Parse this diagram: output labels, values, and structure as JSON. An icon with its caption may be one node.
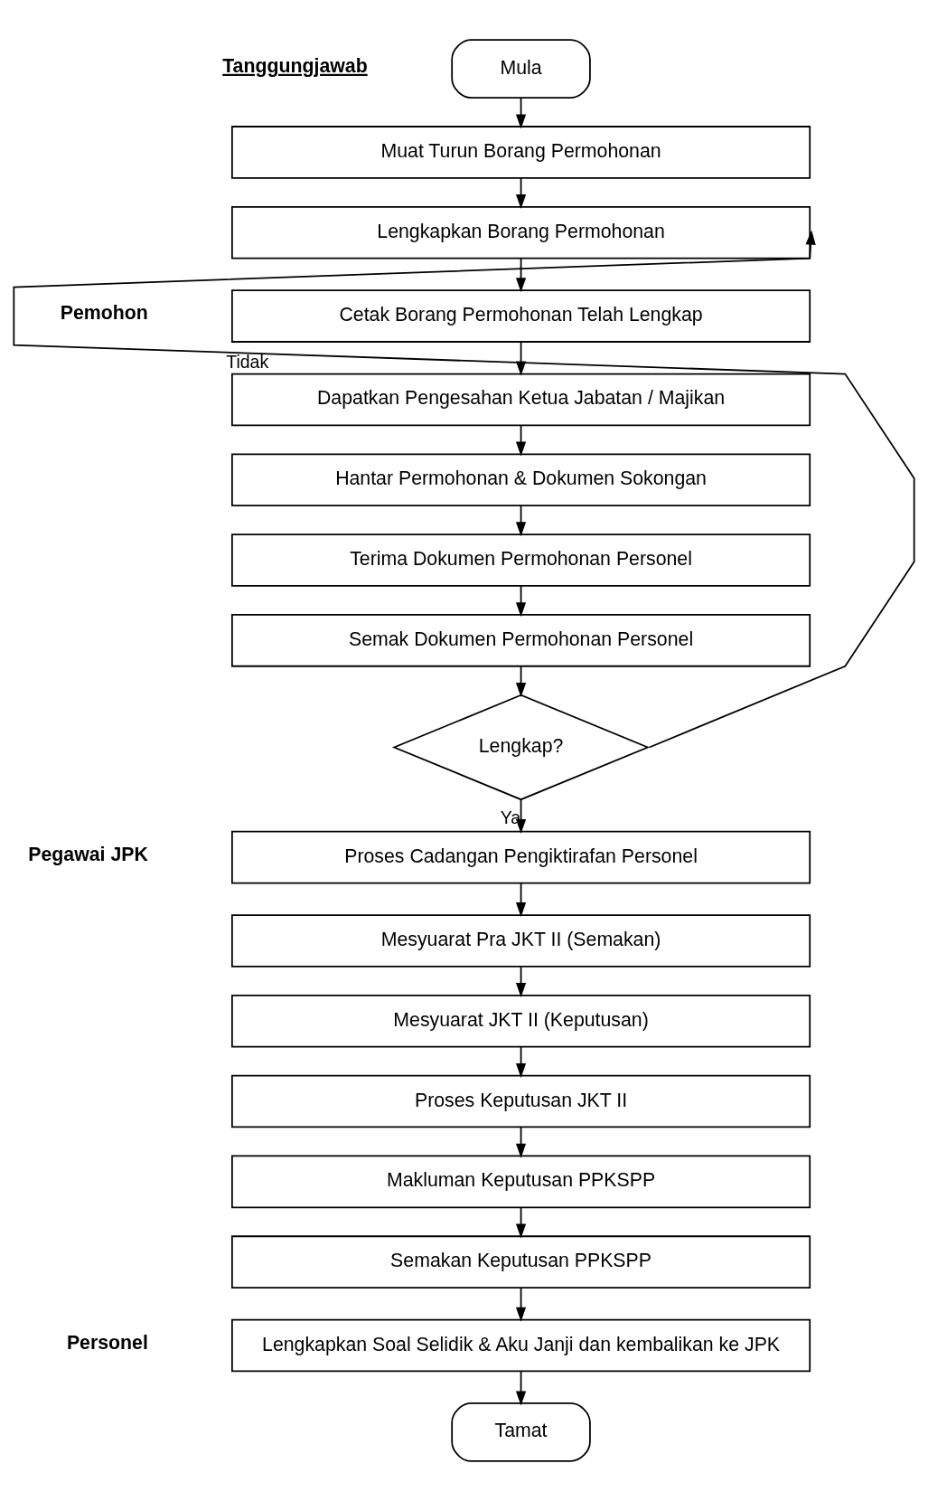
{
  "diagram": {
    "nodes": [
      {
        "text": [
          "Mula"
        ]
      },
      {
        "text": [
          "Muat Turun Borang Permohonan"
        ]
      },
      {
        "text": [
          "Lengkapkan Borang Permohonan"
        ]
      },
      {
        "text": [
          "Cetak Borang Permohonan Telah Lengkap"
        ]
      },
      {
        "text": [
          "Dapatkan Pengesahan Ketua Jabatan / Majikan"
        ]
      },
      {
        "text": [
          "Hantar Permohonan & Dokumen Sokongan"
        ]
      },
      {
        "text": [
          "Terima Dokumen Permohonan Personel"
        ]
      },
      {
        "text": [
          "Semak Dokumen Permohonan Personel"
        ]
      },
      {
        "text": [
          "Lengkap?"
        ]
      },
      {
        "text": [
          "Proses Cadangan Pengiktirafan Personel"
        ]
      },
      {
        "text": [
          "Mesyuarat Pra JKT II (Semakan)"
        ]
      },
      {
        "text": [
          "Mesyuarat JKT II (Keputusan)"
        ]
      },
      {
        "text": [
          "Proses Keputusan JKT II"
        ]
      },
      {
        "text": [
          "Makluman Keputusan PPKSPP"
        ]
      },
      {
        "text": [
          "Semakan Keputusan PPKSPP"
        ]
      },
      {
        "text": [
          "Lengkapkan Soal Selidik & Aku Janji dan kembalikan ke JPK"
        ]
      },
      {
        "text": [
          "Tamat"
        ]
      }
    ],
    "edges": [
      {
        "from": 0,
        "to": 1,
        "arrow": "to"
      },
      {
        "from": 1,
        "to": 2,
        "arrow": "to"
      },
      {
        "from": 2,
        "to": 3,
        "arrow": "to"
      },
      {
        "from": 3,
        "to": 4,
        "arrow": "to"
      },
      {
        "from": 4,
        "to": 5,
        "arrow": "to"
      },
      {
        "from": 5,
        "to": 6,
        "arrow": "to"
      },
      {
        "from": 6,
        "to": 7,
        "arrow": "to"
      },
      {
        "from": 7,
        "to": 8,
        "arrow": "to"
      },
      {
        "from": 8,
        "to": 2,
        "arrow": "to",
        "label": "Tidak"
      },
      {
        "from": 8,
        "to": 9,
        "arrow": "to",
        "label": "Ya"
      },
      {
        "from": 9,
        "to": 10,
        "arrow": "to"
      },
      {
        "from": 10,
        "to": 11,
        "arrow": "to"
      },
      {
        "from": 11,
        "to": 12,
        "arrow": "to"
      },
      {
        "from": 12,
        "to": 13,
        "arrow": "to"
      },
      {
        "from": 13,
        "to": 14,
        "arrow": "to"
      },
      {
        "from": 14,
        "to": 15,
        "arrow": "to"
      },
      {
        "from": 15,
        "to": 16,
        "arrow": "to"
      }
    ],
    "labels": [
      "Tanggungjawab",
      "Pemohon",
      "Pegawai JPK",
      "Personel"
    ]
  }
}
